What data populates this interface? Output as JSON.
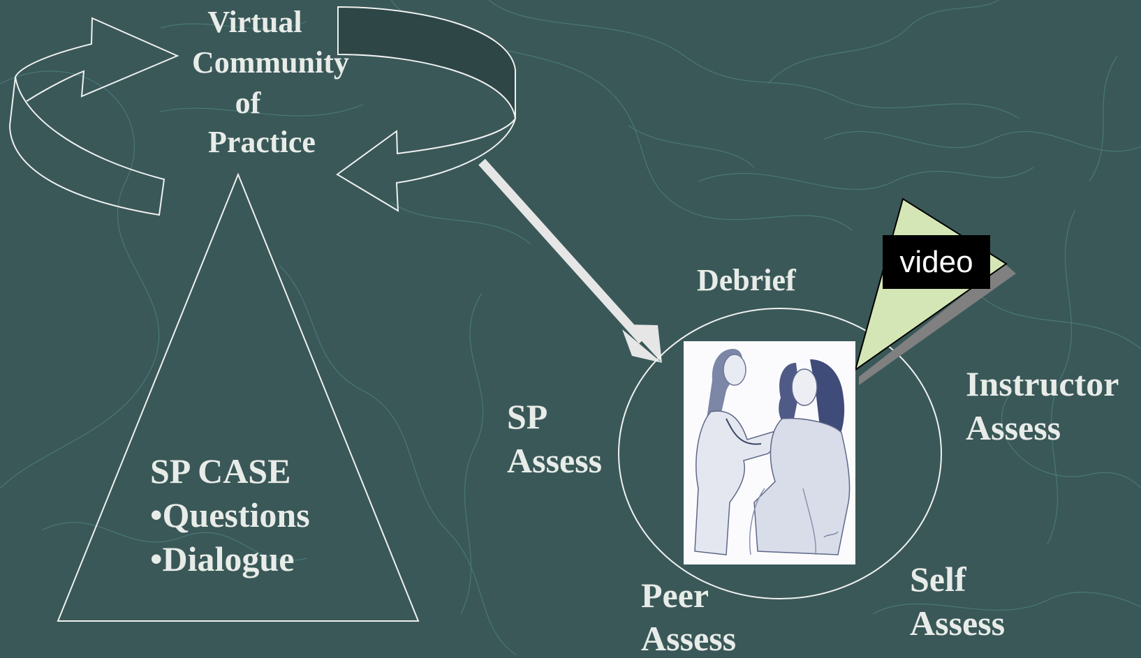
{
  "community": {
    "line1": "Virtual",
    "line2": "Community",
    "line3": "of",
    "line4": "Practice"
  },
  "case": {
    "title": "SP CASE",
    "item1": "•Questions",
    "item2": "•Dialogue"
  },
  "assessment": {
    "debrief": "Debrief",
    "sp_line1": "SP",
    "sp_line2": "Assess",
    "instructor_line1": "Instructor",
    "instructor_line2": "Assess",
    "peer_line1": "Peer",
    "peer_line2": "Assess",
    "self_line1": "Self",
    "self_line2": "Assess",
    "video": "video"
  },
  "illustration": {
    "subject": "doctor examining patient with stethoscope"
  },
  "colors": {
    "background": "#3a5858",
    "line": "#f0f0f0",
    "arrow": "#e6e6e6",
    "video_triangle": "#d4e6b5",
    "video_shadow": "#808080",
    "contour": "#4a7a7a",
    "text": "#e8ece8"
  }
}
